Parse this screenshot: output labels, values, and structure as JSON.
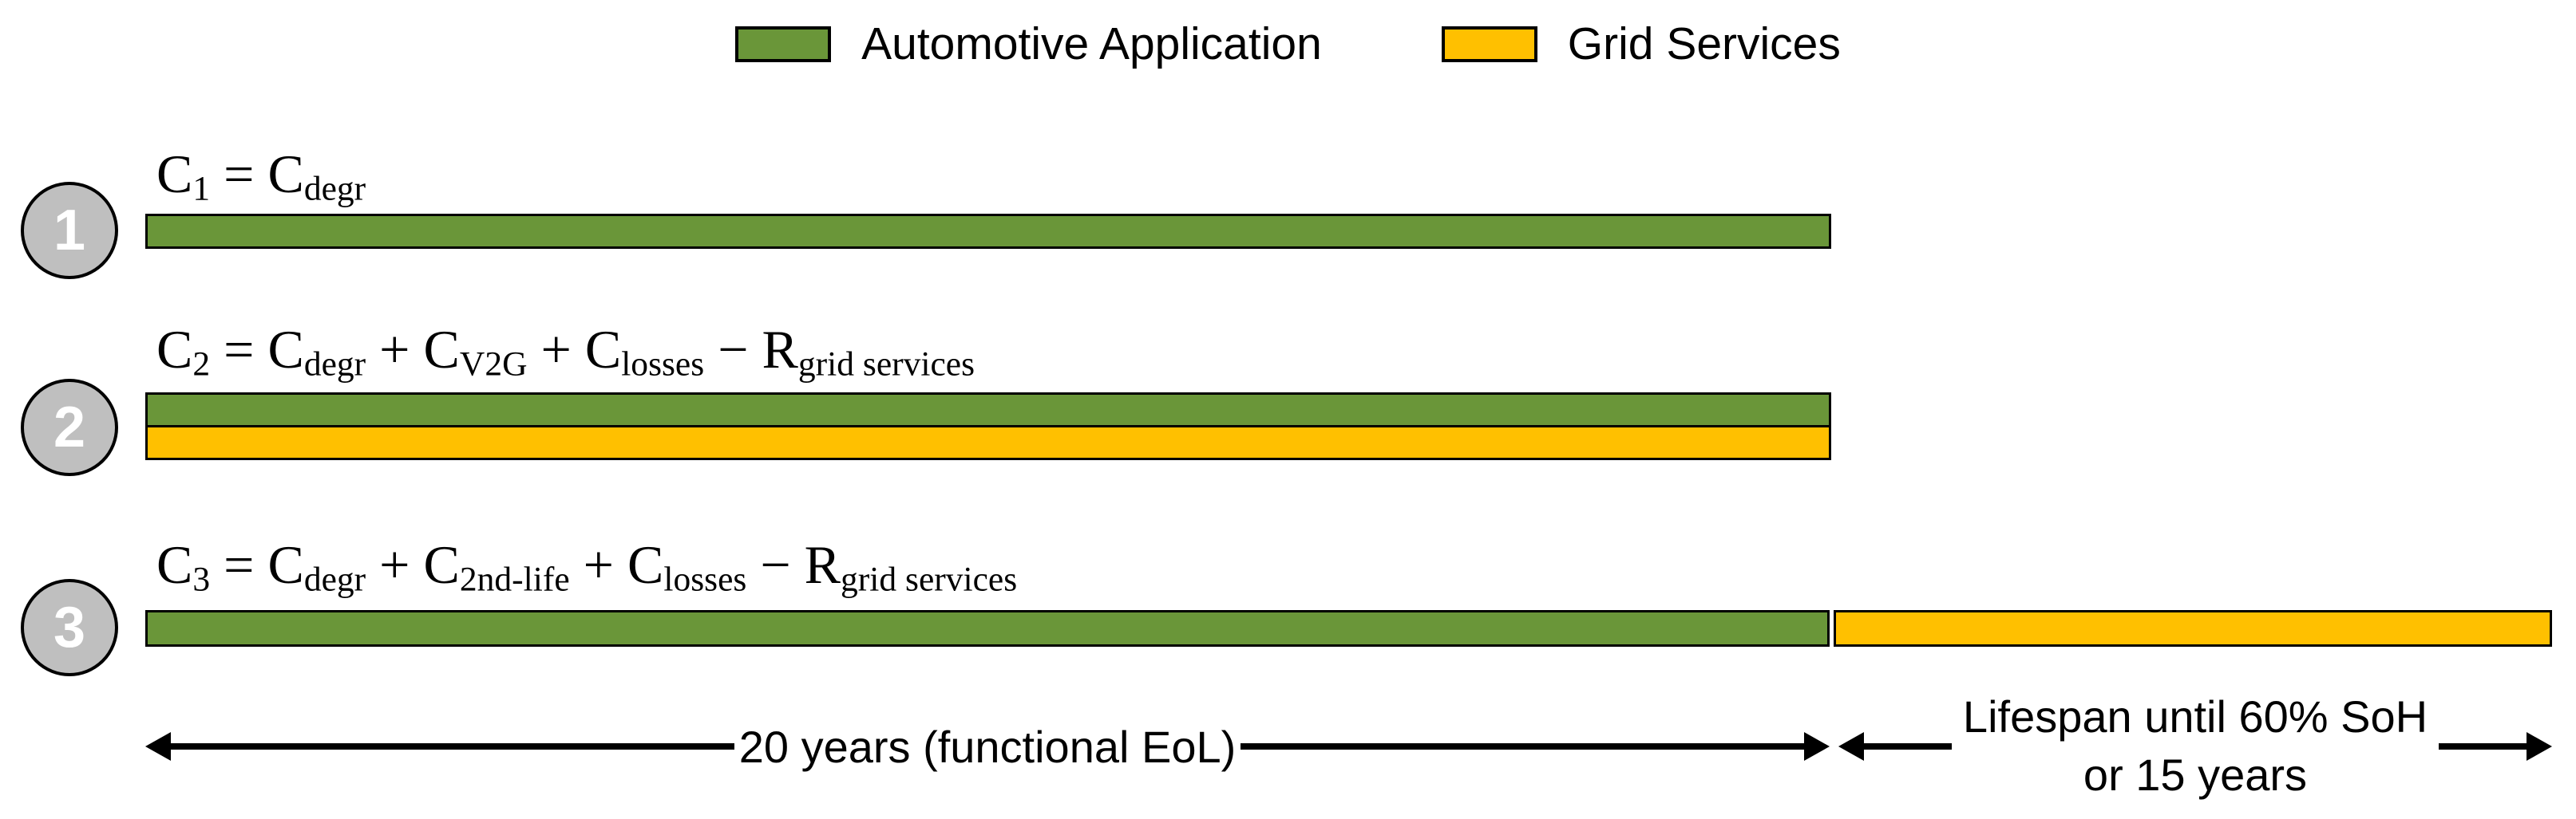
{
  "colors": {
    "automotive": "#6A9639",
    "grid": "#FFC000",
    "circle_fill": "#BFBFBF"
  },
  "legend": {
    "items": [
      {
        "key": "automotive",
        "label": "Automotive Application"
      },
      {
        "key": "grid",
        "label": "Grid Services"
      }
    ]
  },
  "scenarios": [
    {
      "number": "1",
      "formula": [
        {
          "t": "C"
        },
        {
          "t": "1",
          "sub": true
        },
        {
          "t": " = C"
        },
        {
          "t": "degr",
          "sub": true
        }
      ],
      "bars": [
        "automotive"
      ]
    },
    {
      "number": "2",
      "formula": [
        {
          "t": "C"
        },
        {
          "t": "2",
          "sub": true
        },
        {
          "t": " = C"
        },
        {
          "t": "degr",
          "sub": true
        },
        {
          "t": " + C"
        },
        {
          "t": "V2G",
          "sub": true
        },
        {
          "t": " + C"
        },
        {
          "t": "losses",
          "sub": true
        },
        {
          "t": " − R"
        },
        {
          "t": "grid services",
          "sub": true
        }
      ],
      "bars": [
        "automotive",
        "grid"
      ]
    },
    {
      "number": "3",
      "formula": [
        {
          "t": "C"
        },
        {
          "t": "3",
          "sub": true
        },
        {
          "t": " = C"
        },
        {
          "t": "degr",
          "sub": true
        },
        {
          "t": " + C"
        },
        {
          "t": "2nd-life",
          "sub": true
        },
        {
          "t": " + C"
        },
        {
          "t": "losses",
          "sub": true
        },
        {
          "t": " − R"
        },
        {
          "t": "grid services",
          "sub": true
        }
      ],
      "bars": [
        "automotive",
        "grid"
      ]
    }
  ],
  "timeline": {
    "primary_label": "20 years (functional EoL)",
    "secondary_label_line1": "Lifespan until 60% SoH",
    "secondary_label_line2": "or 15 years"
  }
}
